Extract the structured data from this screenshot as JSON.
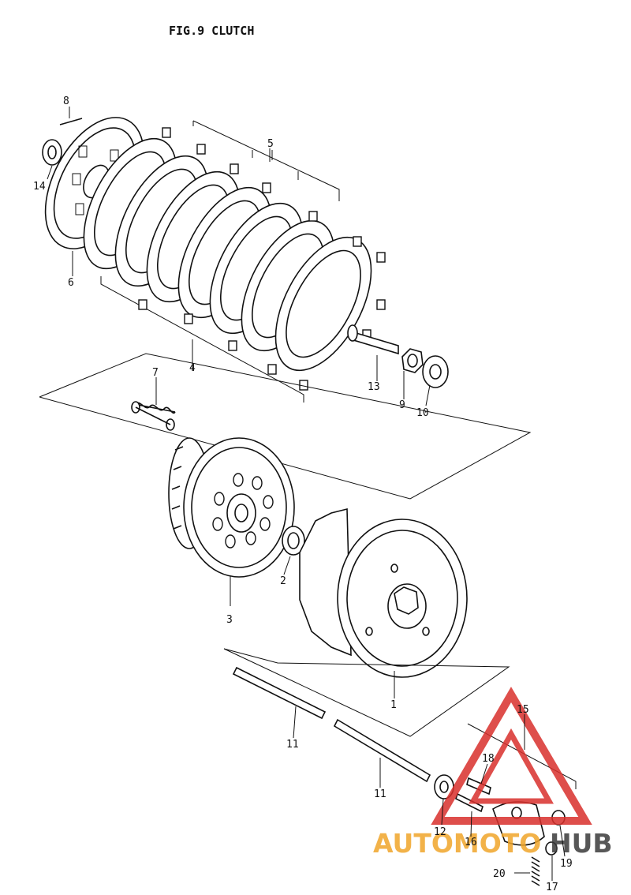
{
  "title": "FIG.9  CLUTCH",
  "callouts": [
    "8",
    "5",
    "14",
    "6",
    "7",
    "4",
    "13",
    "9",
    "10",
    "2",
    "3",
    "1",
    "11",
    "11",
    "15",
    "18",
    "12",
    "16",
    "19",
    "20",
    "17"
  ],
  "watermark": {
    "brand_left": "AUTOMOTO",
    "brand_right": "HUB",
    "color_red": "#d9302c",
    "color_orange": "#f0a52a",
    "color_dark": "#3a3a3a"
  }
}
